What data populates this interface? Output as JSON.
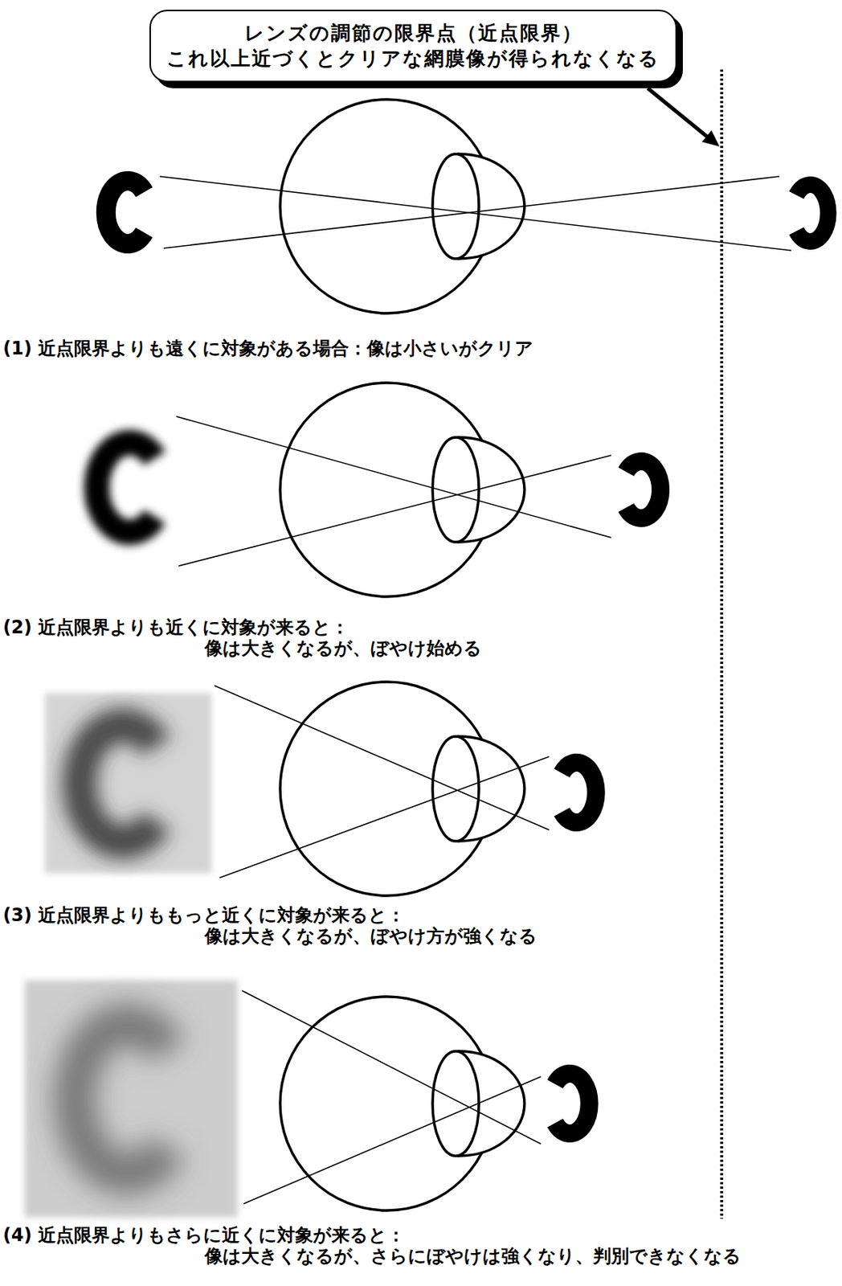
{
  "diagram": {
    "nodes": [
      {
        "text": [
          "レンズの調節の限界点（近点限界）",
          "これ以上近づくとクリアな網膜像が得られなくなる"
        ]
      }
    ],
    "labels": [
      "(1) 近点限界よりも遠くに対象がある場合：像は小さいがクリア",
      "(2) 近点限界よりも近くに対象が来ると： 像は大きくなるが、ぼやけ始める",
      "(3) 近点限界よりももっと近くに対象が来ると： 像は大きくなるが、ぼやけ方が強くなる",
      "(4) 近点限界よりもさらに近くに対象が来ると： 像は大きくなるが、さらにぼやけは強くなり、判別できなくなる"
    ]
  }
}
